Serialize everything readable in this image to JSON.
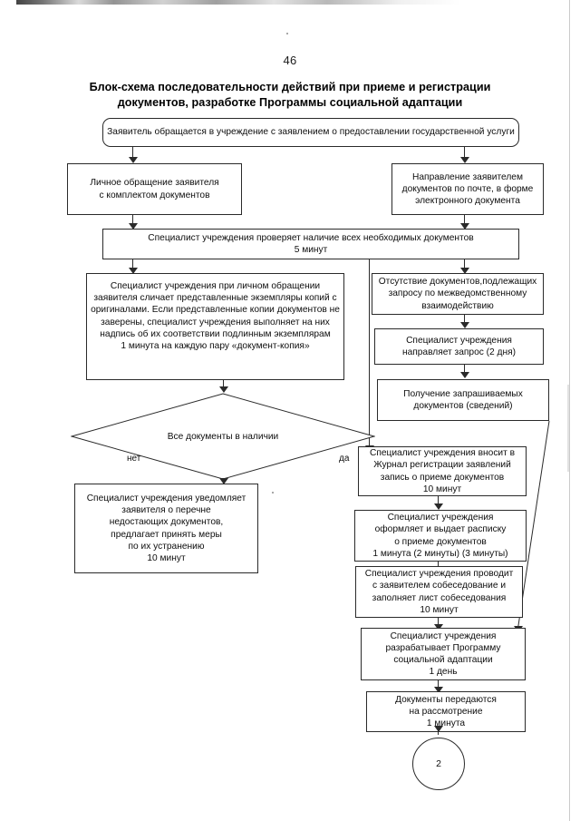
{
  "page": {
    "number": "46",
    "title": "Блок-схема последовательности действий при приеме и регистрации документов, разработке Программы социальной адаптации"
  },
  "flowchart": {
    "type": "flowchart",
    "nodes": [
      {
        "id": "start",
        "shape": "rounded-rectangle",
        "text": "Заявитель обращается в учреждение с заявлением о предоставлении государственной услуги"
      },
      {
        "id": "personal-visit",
        "shape": "rectangle",
        "text": "Личное обращение заявителя\nс комплектом документов"
      },
      {
        "id": "mail-submission",
        "shape": "rectangle",
        "text": "Направление заявителем\nдокументов по почте, в форме\nэлектронного документа"
      },
      {
        "id": "check-documents",
        "shape": "rectangle",
        "text": "Специалист учреждения проверяет наличие всех необходимых документов\n5 минут"
      },
      {
        "id": "compare-copies",
        "shape": "rectangle",
        "text": "Специалист учреждения при личном обращении заявителя сличает представленные экземпляры копий с оригиналами. Если представленные копии документов не заверены, специалист учреждения выполняет на них надпись об их соответствии подлинным экземплярам\n1 минута на каждую пару «документ-копия»"
      },
      {
        "id": "missing-interagency",
        "shape": "rectangle",
        "text": "Отсутствие документов,подлежащих\nзапросу по межведомственному\nвзаимодействию"
      },
      {
        "id": "send-request",
        "shape": "rectangle",
        "text": "Специалист учреждения\nнаправляет запрос (2 дня)"
      },
      {
        "id": "receive-documents",
        "shape": "rectangle",
        "text": "Получение запрашиваемых\nдокументов (сведений)"
      },
      {
        "id": "all-documents-present",
        "shape": "diamond",
        "text": "Все документы в наличии"
      },
      {
        "id": "notify-missing",
        "shape": "rectangle",
        "text": "Специалист учреждения уведомляет\nзаявителя о перечне\nнедостающих документов,\nпредлагает принять меры\nпо их устранению\n10 минут"
      },
      {
        "id": "register-journal",
        "shape": "rectangle",
        "text": "Специалист учреждения вносит в\nЖурнал регистрации заявлений\nзапись о приеме документов\n10 минут"
      },
      {
        "id": "issue-receipt",
        "shape": "rectangle",
        "text": "Специалист учреждения\nоформляет и выдает расписку\nо приеме документов\n1 минута (2 минуты) (3 минуты)"
      },
      {
        "id": "interview",
        "shape": "rectangle",
        "text": "Специалист учреждения проводит\nс заявителем собеседование и\nзаполняет лист собеседования\n10 минут"
      },
      {
        "id": "develop-program",
        "shape": "rectangle",
        "text": "Специалист учреждения\nразрабатывает Программу\nсоциальной адаптации\n1 день"
      },
      {
        "id": "transfer-documents",
        "shape": "rectangle",
        "text": "Документы передаются\nна рассмотрение\n1 минута"
      },
      {
        "id": "connector-2",
        "shape": "circle",
        "text": "2"
      }
    ],
    "edge_labels": {
      "no": "нет",
      "yes": "да"
    }
  }
}
